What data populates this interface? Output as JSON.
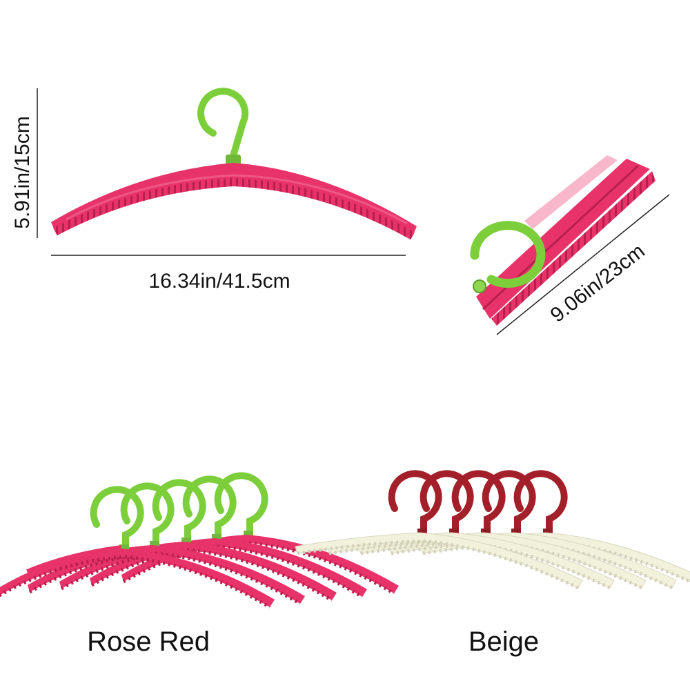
{
  "dimensions": {
    "height": "5.91in/15cm",
    "width": "16.34in/41.5cm",
    "folded_length": "9.06in/23cm"
  },
  "variants": [
    {
      "label": "Rose Red",
      "body_color": "#e8336a",
      "hook_color": "#7ccf3a"
    },
    {
      "label": "Beige",
      "body_color": "#f2f1dc",
      "hook_color": "#a3202a"
    }
  ],
  "colors": {
    "rose_red": "#e8336a",
    "rose_red_dark": "#b71f4c",
    "green": "#7ccf3a",
    "beige": "#f2f1dc",
    "beige_dark": "#cfcdb3",
    "dark_red": "#a3202a",
    "line": "#222222"
  }
}
